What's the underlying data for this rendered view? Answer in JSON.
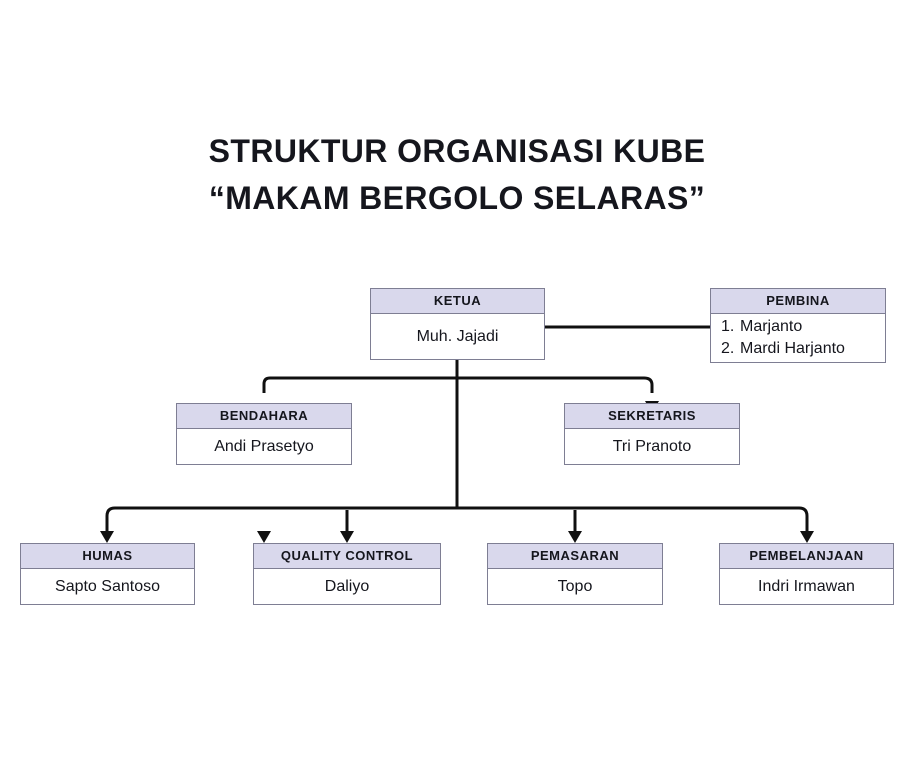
{
  "title": {
    "line1": "STRUKTUR ORGANISASI KUBE",
    "line2": "“MAKAM BERGOLO SELARAS”"
  },
  "colors": {
    "background": "#ffffff",
    "header_fill": "#d9d8ec",
    "box_border": "#7e7e93",
    "text": "#15161d",
    "connector": "#101010"
  },
  "chart_data": {
    "type": "diagram",
    "title": "STRUKTUR ORGANISASI KUBE “MAKAM BERGOLO SELARAS”",
    "orientation": "top-down org chart",
    "levels": 3
  },
  "nodes": {
    "ketua": {
      "role": "KETUA",
      "name": "Muh. Jajadi"
    },
    "pembina": {
      "role": "PEMBINA",
      "members": [
        {
          "num": "1.",
          "name": "Marjanto"
        },
        {
          "num": "2.",
          "name": "Mardi Harjanto"
        }
      ]
    },
    "bendahara": {
      "role": "BENDAHARA",
      "name": "Andi Prasetyo"
    },
    "sekretaris": {
      "role": "SEKRETARIS",
      "name": "Tri Pranoto"
    },
    "humas": {
      "role": "HUMAS",
      "name": "Sapto Santoso"
    },
    "quality_control": {
      "role": "QUALITY CONTROL",
      "name": "Daliyo"
    },
    "pemasaran": {
      "role": "PEMASARAN",
      "name": "Topo"
    },
    "pembelanjaan": {
      "role": "PEMBELANJAAN",
      "name": "Indri Irmawan"
    }
  }
}
